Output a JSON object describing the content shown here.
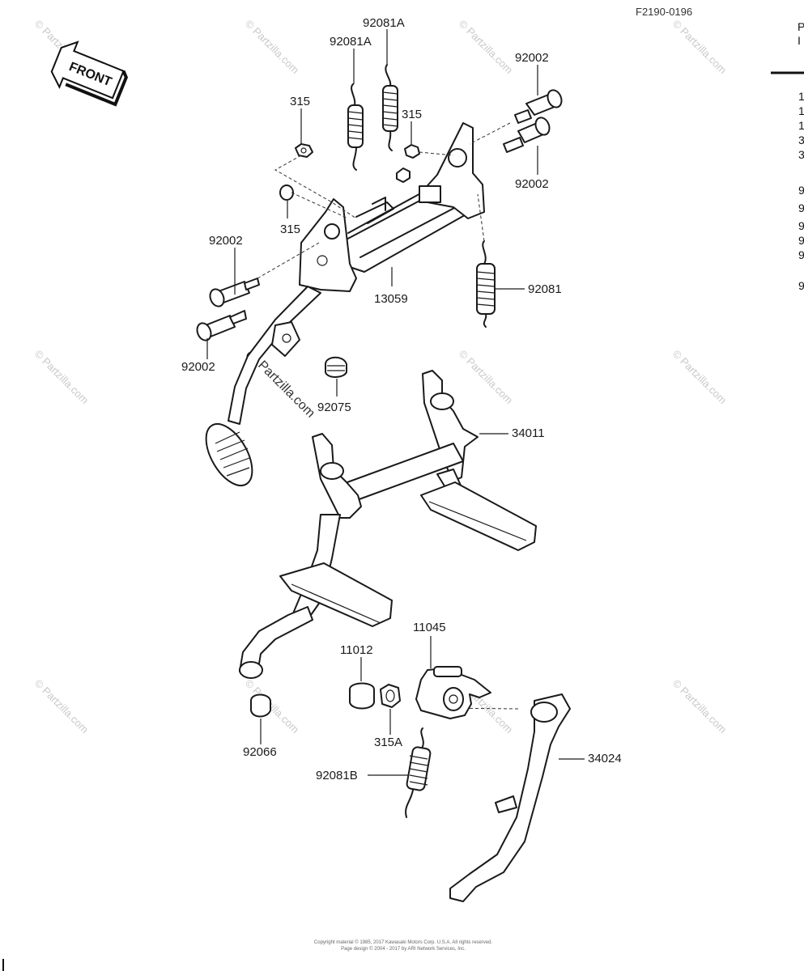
{
  "figure_code": "F2190-0196",
  "front_label": "FRONT",
  "watermark_text": "© Partzilla.com",
  "center_watermark": "Partzilla.com",
  "copyright_line1": "Copyright material © 1985, 2017 Kawasaki Motors Corp. U.S.A. All rights reserved.",
  "copyright_line2": "Page design © 2004 - 2017 by ARI Network Services, Inc.",
  "labels": {
    "p92081A_top": "92081A",
    "p92081A_left": "92081A",
    "p92002_top": "92002",
    "p315_top": "315",
    "p315_mid": "315",
    "p92002_right": "92002",
    "p315_left": "315",
    "p92002_left": "92002",
    "p13059": "13059",
    "p92081": "92081",
    "p92002_bottom": "92002",
    "p92075": "92075",
    "p34011": "34011",
    "p11045": "11045",
    "p11012": "11012",
    "p315A": "315A",
    "p92066": "92066",
    "p34024": "34024",
    "p92081B": "92081B"
  },
  "edge_cut_text": {
    "top_right_a": "P",
    "top_right_b": "I",
    "column": [
      "1",
      "1",
      "1",
      "3",
      "3",
      "9",
      "9",
      "9",
      "9",
      "9",
      "9"
    ]
  },
  "colors": {
    "ink": "#1a1a1a",
    "watermark": "#c9c9c9",
    "background": "#ffffff"
  }
}
